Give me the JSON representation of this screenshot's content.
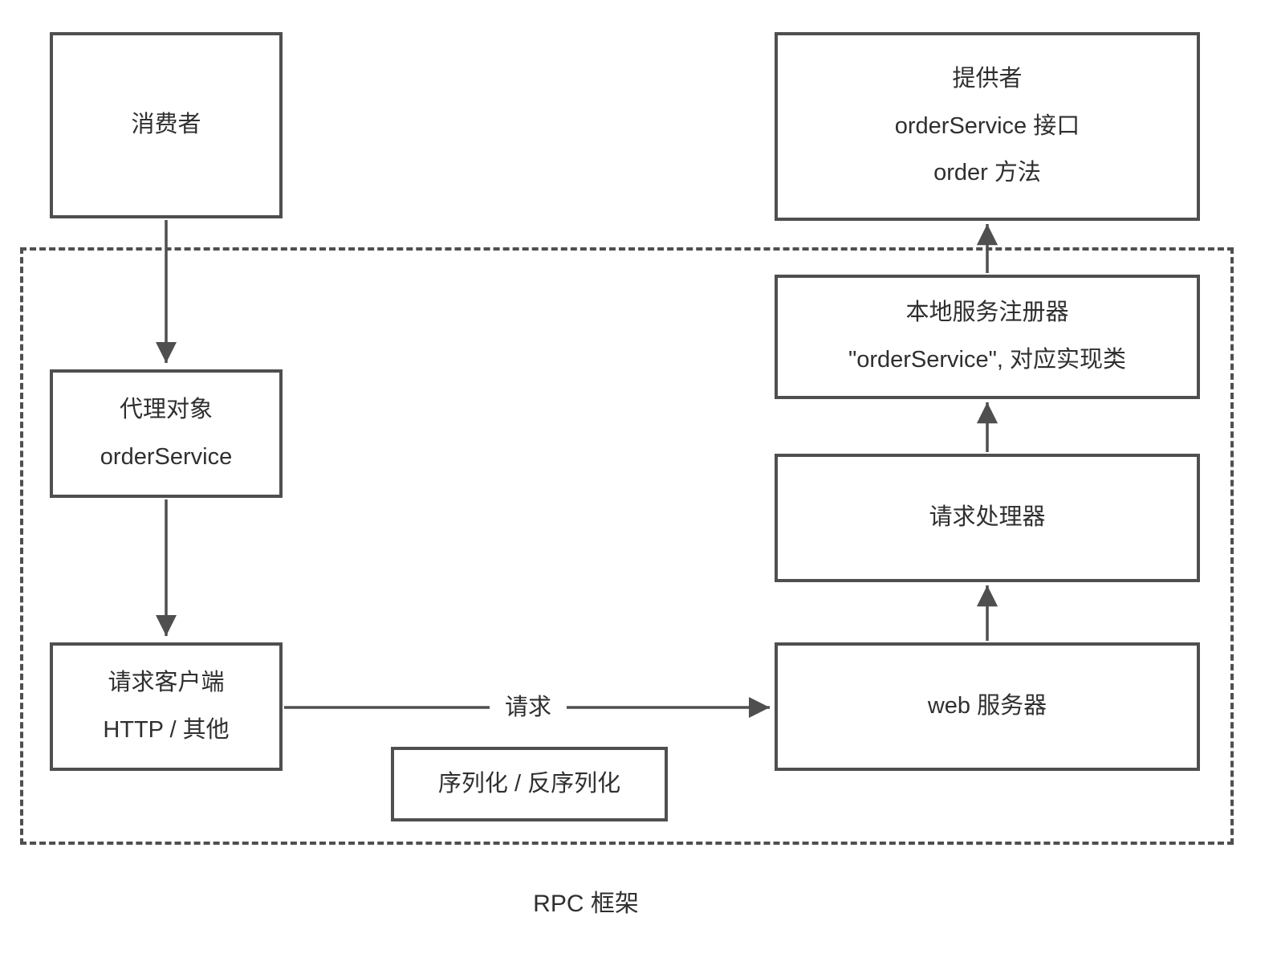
{
  "diagram": {
    "caption": "RPC 框架",
    "nodes": {
      "consumer": {
        "lines": [
          "消费者"
        ]
      },
      "provider": {
        "lines": [
          "提供者",
          "orderService 接口",
          "order 方法"
        ]
      },
      "proxy": {
        "lines": [
          "代理对象",
          "orderService"
        ]
      },
      "request_client": {
        "lines": [
          "请求客户端",
          "HTTP / 其他"
        ]
      },
      "local_registry": {
        "lines": [
          "本地服务注册器",
          "\"orderService\", 对应实现类"
        ]
      },
      "request_handler": {
        "lines": [
          "请求处理器"
        ]
      },
      "web_server": {
        "lines": [
          "web 服务器"
        ]
      },
      "serializer": {
        "lines": [
          "序列化 / 反序列化"
        ]
      }
    },
    "edge_labels": {
      "request": "请求"
    },
    "colors": {
      "border": "#4f4f4f",
      "text": "#2f2f2f",
      "background": "#ffffff"
    }
  }
}
